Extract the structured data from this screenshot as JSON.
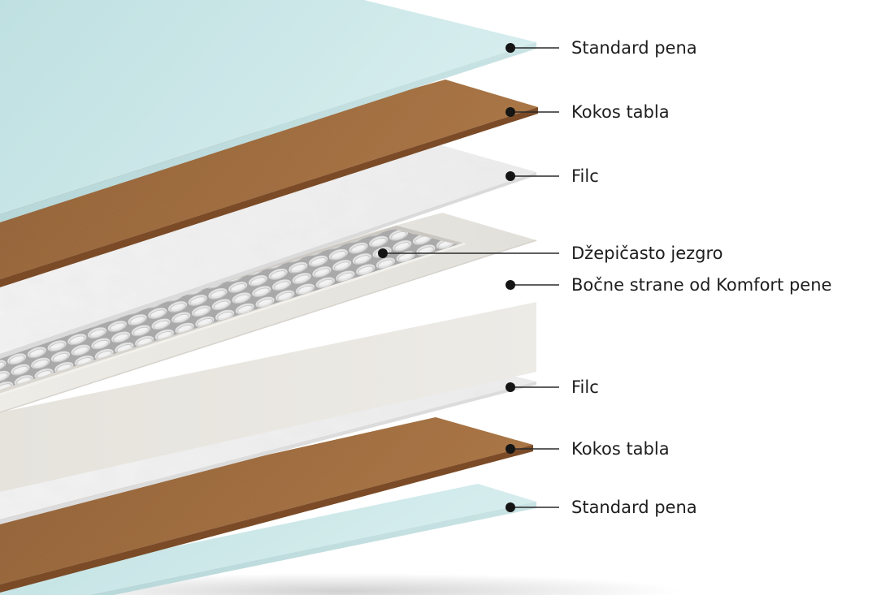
{
  "layers": [
    {
      "label": "Standard pena",
      "material": "foam",
      "color": "#cfe8e9"
    },
    {
      "label": "Kokos tabla",
      "material": "coconut",
      "color": "#a0673a"
    },
    {
      "label": "Filc",
      "material": "felt",
      "color": "#eeeeee"
    },
    {
      "label": "Džepičasto jezgro",
      "material": "pocket-springs",
      "color": "#d9d9d9"
    },
    {
      "label": "Bočne strane od Komfort pene",
      "material": "comfort-foam-sides",
      "color": "#ebe9e4"
    },
    {
      "label": "Filc",
      "material": "felt",
      "color": "#eeeeee"
    },
    {
      "label": "Kokos tabla",
      "material": "coconut",
      "color": "#a0673a"
    },
    {
      "label": "Standard pena",
      "material": "foam",
      "color": "#cfe8e9"
    }
  ]
}
